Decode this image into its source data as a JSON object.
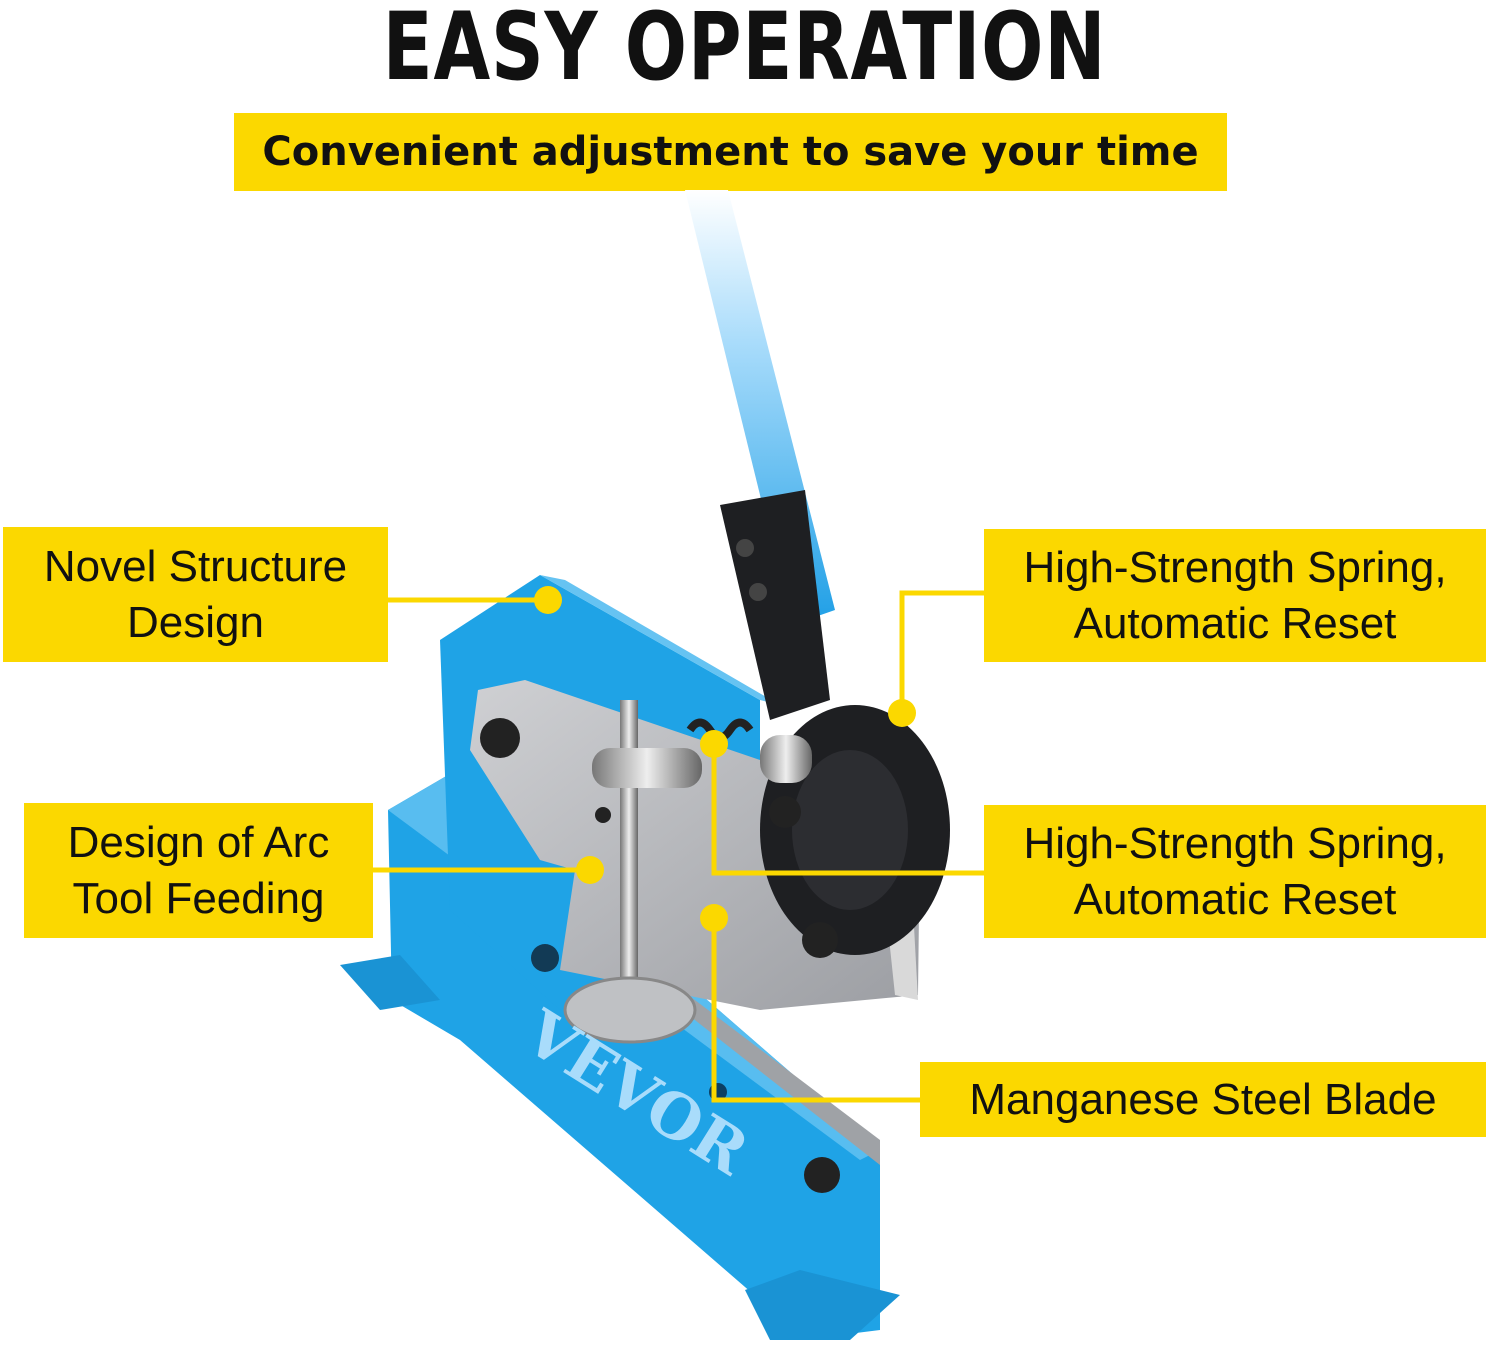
{
  "headline": "EASY OPERATION",
  "subtitle": "Convenient adjustment to save your time",
  "callouts": {
    "novel_structure": "Novel Structure\nDesign",
    "spring_top": "High-Strength Spring,\nAutomatic Reset",
    "arc_tool": "Design of Arc\nTool Feeding",
    "spring_bottom": "High-Strength Spring,\nAutomatic Reset",
    "blade": "Manganese Steel Blade"
  },
  "brand_logo": "VEVOR",
  "colors": {
    "callout_yellow": "#fbd800",
    "shear_blue": "#1fa3e6",
    "handle_black": "#1e1f22",
    "blade_gray": "#b7b8bb"
  },
  "icons": [
    "callout-dot-icon",
    "bolt-icon"
  ]
}
